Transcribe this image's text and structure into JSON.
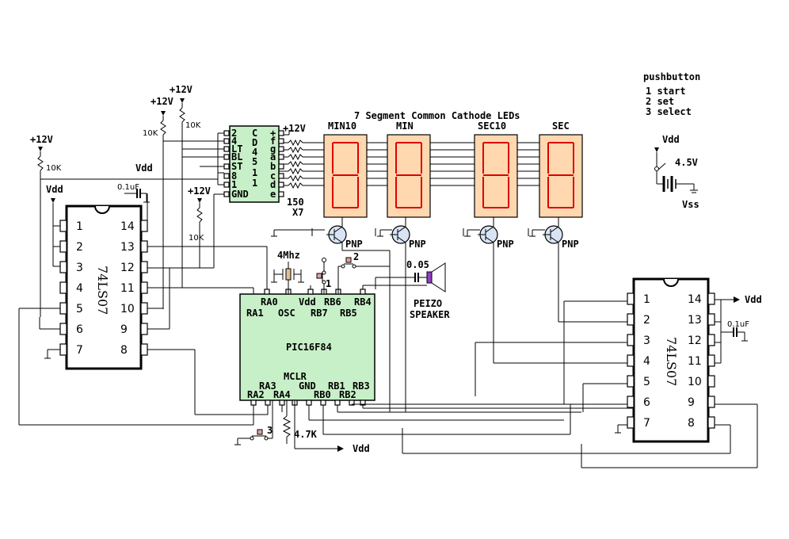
{
  "legend": {
    "title": "pushbutton",
    "items": [
      "1 start",
      "2 set",
      "3 select"
    ]
  },
  "display": {
    "title": "7 Segment Common Cathode LEDs",
    "digits": [
      "MIN10",
      "MIN",
      "SEC10",
      "SEC"
    ],
    "resistor_label": "150",
    "resistor_count": "X7"
  },
  "decoder": {
    "left_pins": [
      "2",
      "4",
      "LT",
      "BL",
      "ST",
      "8",
      "1",
      "GND"
    ],
    "right_pins": [
      "+",
      "f",
      "g",
      "a",
      "b",
      "c",
      "d",
      "e"
    ],
    "mid_col1": [
      "C",
      "D",
      "4",
      "5",
      "1",
      "1"
    ],
    "supply": "+12V"
  },
  "mcu": {
    "name": "PIC16F84",
    "top_labels": [
      "RA0",
      "Vdd",
      "RB6",
      "RB4"
    ],
    "top_labels2": [
      "RA1",
      "OSC",
      "RB7",
      "RB5"
    ],
    "bottom_labels": [
      "MCLR",
      "RA3",
      "GND",
      "RB1",
      "RB3"
    ],
    "bottom_labels2": [
      "RA2",
      "RA4",
      "RB0",
      "RB2"
    ],
    "crystal": "4Mhz"
  },
  "left_ic": {
    "name": "74LS07",
    "left_pins": [
      "1",
      "2",
      "3",
      "4",
      "5",
      "6",
      "7"
    ],
    "right_pins": [
      "14",
      "13",
      "12",
      "11",
      "10",
      "9",
      "8"
    ]
  },
  "right_ic": {
    "name": "74LS07",
    "left_pins": [
      "1",
      "2",
      "3",
      "4",
      "5",
      "6",
      "7"
    ],
    "right_pins": [
      "14",
      "13",
      "12",
      "11",
      "10",
      "9",
      "8"
    ]
  },
  "labels": {
    "v12": "+12V",
    "r10k": "10K",
    "vdd": "Vdd",
    "cap01": "0.1uF",
    "cap005": "0.05",
    "speaker": [
      "PEIZO",
      "SPEAKER"
    ],
    "pnp": "PNP",
    "r47k": "4.7K",
    "batt": "4.5V",
    "vss": "Vss",
    "btn1": "1",
    "btn2": "2",
    "btn3": "3"
  }
}
